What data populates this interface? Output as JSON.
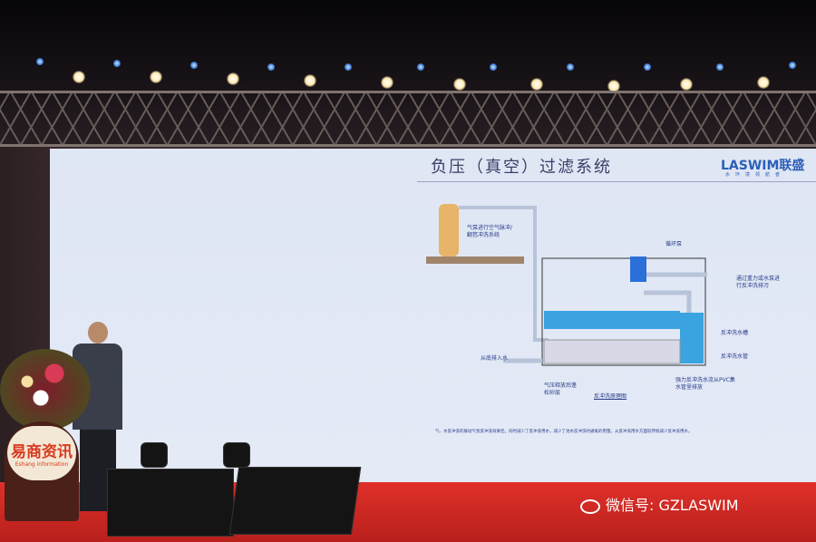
{
  "slide": {
    "title": "负压（真空）过滤系统",
    "logo": "LASWIM联盛",
    "logo_sub": "水环境领航者",
    "labels": {
      "air_pump": "气泵进行空气脉冲/翻笆冲洗系统",
      "circ_pump": "循环泵",
      "gravity": "通过重力或水泵进行反冲洗排污",
      "backwash_tank": "反冲洗水槽",
      "backwash_pipe": "反冲洗水管",
      "inlet": "从底排入水",
      "air_release": "气压释放后蓬松砂层",
      "strong_flow": "强力反冲洗水流从PVC集水管里排放",
      "caption": "反冲洗原理图"
    },
    "footnote": "气、水反冲洗的联动气泵反冲洗效果佳。同时减少了反冲洗用水，减少了池水反冲洗时通氧的用量。从反冲洗用水方面较传统减少反冲洗用水。"
  },
  "podium": {
    "brand": "易商资讯",
    "brand_sub": "Eshang information"
  },
  "watermark": {
    "icon": "wechat-icon",
    "text": "微信号: GZLASWIM"
  },
  "colors": {
    "water": "#3aa3e0",
    "floor": "#d42a24",
    "slide_bg": "#e1e8f5"
  }
}
